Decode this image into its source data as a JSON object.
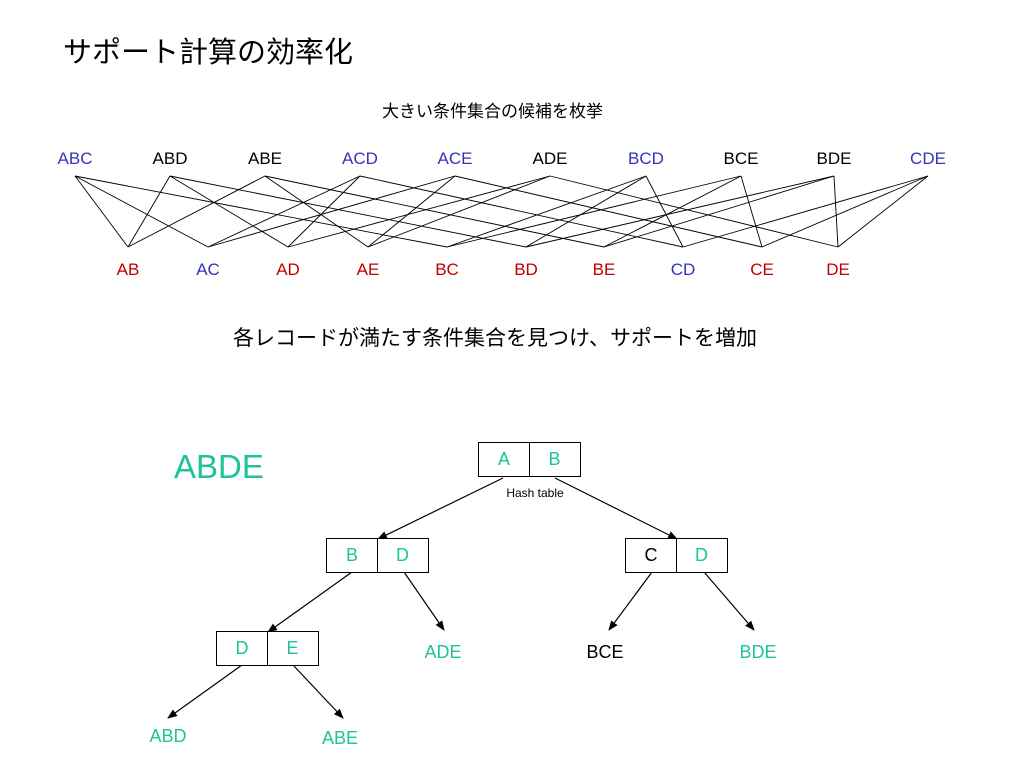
{
  "title": "サポート計算の効率化",
  "candidates_caption": "大きい条件集合の候補を枚挙",
  "records_caption": "各レコードが満たす条件集合を見つけ、サポートを増加",
  "colors": {
    "blue": "#3333bb",
    "black": "#000000",
    "red": "#c00000",
    "teal": "#1fc39a"
  },
  "lattice": {
    "top": [
      {
        "label": "ABC",
        "color": "blue"
      },
      {
        "label": "ABD",
        "color": "black"
      },
      {
        "label": "ABE",
        "color": "black"
      },
      {
        "label": "ACD",
        "color": "blue"
      },
      {
        "label": "ACE",
        "color": "blue"
      },
      {
        "label": "ADE",
        "color": "black"
      },
      {
        "label": "BCD",
        "color": "blue"
      },
      {
        "label": "BCE",
        "color": "black"
      },
      {
        "label": "BDE",
        "color": "black"
      },
      {
        "label": "CDE",
        "color": "blue"
      }
    ],
    "bottom": [
      {
        "label": "AB",
        "color": "red"
      },
      {
        "label": "AC",
        "color": "blue"
      },
      {
        "label": "AD",
        "color": "red"
      },
      {
        "label": "AE",
        "color": "red"
      },
      {
        "label": "BC",
        "color": "red"
      },
      {
        "label": "BD",
        "color": "red"
      },
      {
        "label": "BE",
        "color": "red"
      },
      {
        "label": "CD",
        "color": "blue"
      },
      {
        "label": "CE",
        "color": "red"
      },
      {
        "label": "DE",
        "color": "red"
      }
    ]
  },
  "tree": {
    "record": "ABDE",
    "hash_label": "Hash table",
    "root": {
      "cells": [
        {
          "label": "A",
          "color": "teal"
        },
        {
          "label": "B",
          "color": "teal"
        }
      ]
    },
    "left": {
      "cells": [
        {
          "label": "B",
          "color": "teal"
        },
        {
          "label": "D",
          "color": "teal"
        }
      ]
    },
    "right": {
      "cells": [
        {
          "label": "C",
          "color": "black"
        },
        {
          "label": "D",
          "color": "teal"
        }
      ]
    },
    "leftleft": {
      "cells": [
        {
          "label": "D",
          "color": "teal"
        },
        {
          "label": "E",
          "color": "teal"
        }
      ]
    },
    "leaves": [
      {
        "label": "ADE",
        "color": "teal"
      },
      {
        "label": "BCE",
        "color": "black"
      },
      {
        "label": "BDE",
        "color": "teal"
      },
      {
        "label": "ABD",
        "color": "teal"
      },
      {
        "label": "ABE",
        "color": "teal"
      }
    ]
  }
}
